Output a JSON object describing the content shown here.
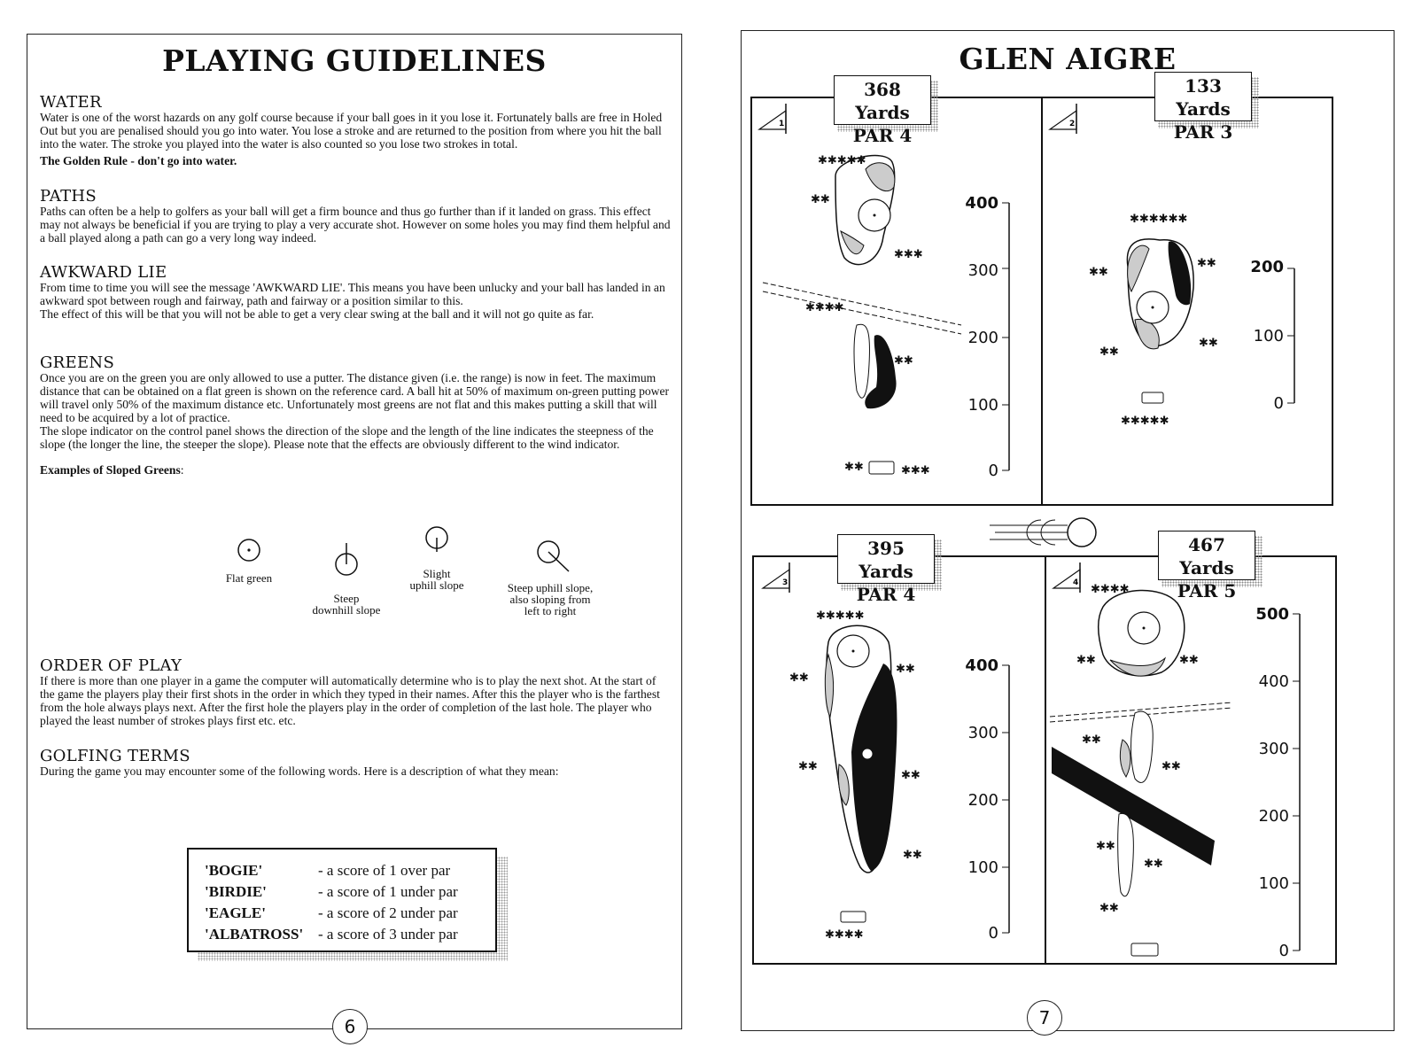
{
  "left": {
    "title": "PLAYING GUIDELINES",
    "water": {
      "heading": "WATER",
      "body": "Water is one of the worst hazards on any golf course because if your ball goes in it you lose it. Fortunately balls are free in Holed Out but you are penalised should you go into water. You lose a stroke and are returned to the position from where you hit the ball into the water. The stroke you played into the water is also counted so you lose two strokes in total.",
      "rule": "The Golden Rule - don't go into water."
    },
    "paths": {
      "heading": "PATHS",
      "body": "Paths can often be a help to golfers as your ball will get a firm bounce and thus go further than if it landed on grass. This effect may not always be beneficial if you are trying to play a very accurate shot. However on some holes you may find them helpful and a ball played along a path can go a very long way indeed."
    },
    "awkward": {
      "heading": "AWKWARD LIE",
      "body1": "From time to time you will see the message 'AWKWARD LIE'. This means you have been unlucky and your ball has landed in an awkward spot between rough and fairway, path and fairway or a position similar to this.",
      "body2": "The effect of this will be that you will not be able to get a very clear swing at the ball and it will not go quite as far."
    },
    "greens": {
      "heading": "GREENS",
      "body1": "Once you are on the green you are only allowed to use a putter. The distance given (i.e. the range) is now in feet. The maximum distance that can be obtained on a flat green is shown on the reference card. A ball hit at 50% of maximum on-green putting power will travel only 50% of the maximum distance etc. Unfortunately most greens are not flat and this makes putting a skill that will need to be acquired by a lot of practice.",
      "body2": "The slope indicator on the control panel shows the direction of the slope and the length of the line indicates the steepness of the slope (the longer the line, the steeper the slope). Please note that the effects are obviously different to the wind indicator.",
      "examples_label": "Examples of Sloped Greens",
      "examples_colon": ":",
      "diagrams": [
        {
          "label": "Flat green"
        },
        {
          "label1": "Steep",
          "label2": "downhill slope"
        },
        {
          "label1": "Slight",
          "label2": "uphill slope"
        },
        {
          "label1": "Steep uphill slope,",
          "label2": "also sloping from",
          "label3": "left to right"
        }
      ]
    },
    "order": {
      "heading": "ORDER OF PLAY",
      "body": "If there is more than one player in a game the computer will automatically determine who is to play the next shot. At the start of the game the players play their first shots in the order in which they typed in their names. After this the player who is the farthest from the hole always plays next. After the first hole the players play in the order of completion of the last hole. The player who played the least number of strokes plays first etc. etc."
    },
    "terms": {
      "heading": "GOLFING TERMS",
      "body": "During the game you may encounter some of the following words. Here is a description of what they mean:",
      "items": [
        {
          "word": "'BOGIE'",
          "def": "- a score of 1 over par"
        },
        {
          "word": "'BIRDIE'",
          "def": "- a score of 1 under par"
        },
        {
          "word": "'EAGLE'",
          "def": "- a score of 2 under par"
        },
        {
          "word": "'ALBATROSS'",
          "def": "- a score of 3 under par"
        }
      ]
    },
    "page_number": "6"
  },
  "right": {
    "title": "GLEN AIGRE",
    "holes": [
      {
        "number": "1",
        "yards": "368 Yards",
        "par": "PAR 4",
        "scale_top": "400",
        "scale": [
          "400",
          "300",
          "200",
          "100",
          "0"
        ]
      },
      {
        "number": "2",
        "yards": "133 Yards",
        "par": "PAR 3",
        "scale_top": "200",
        "scale": [
          "200",
          "100",
          "0"
        ]
      },
      {
        "number": "3",
        "yards": "395 Yards",
        "par": "PAR 4",
        "scale_top": "400",
        "scale": [
          "400",
          "300",
          "200",
          "100",
          "0"
        ]
      },
      {
        "number": "4",
        "yards": "467 Yards",
        "par": "PAR 5",
        "scale_top": "500",
        "scale": [
          "500",
          "400",
          "300",
          "200",
          "100",
          "0"
        ]
      }
    ],
    "page_number": "7"
  },
  "colors": {
    "ink": "#111111",
    "paper": "#ffffff"
  },
  "icons": [
    "tee-flag-icon",
    "golf-ball-icon",
    "green-slope-icon"
  ]
}
